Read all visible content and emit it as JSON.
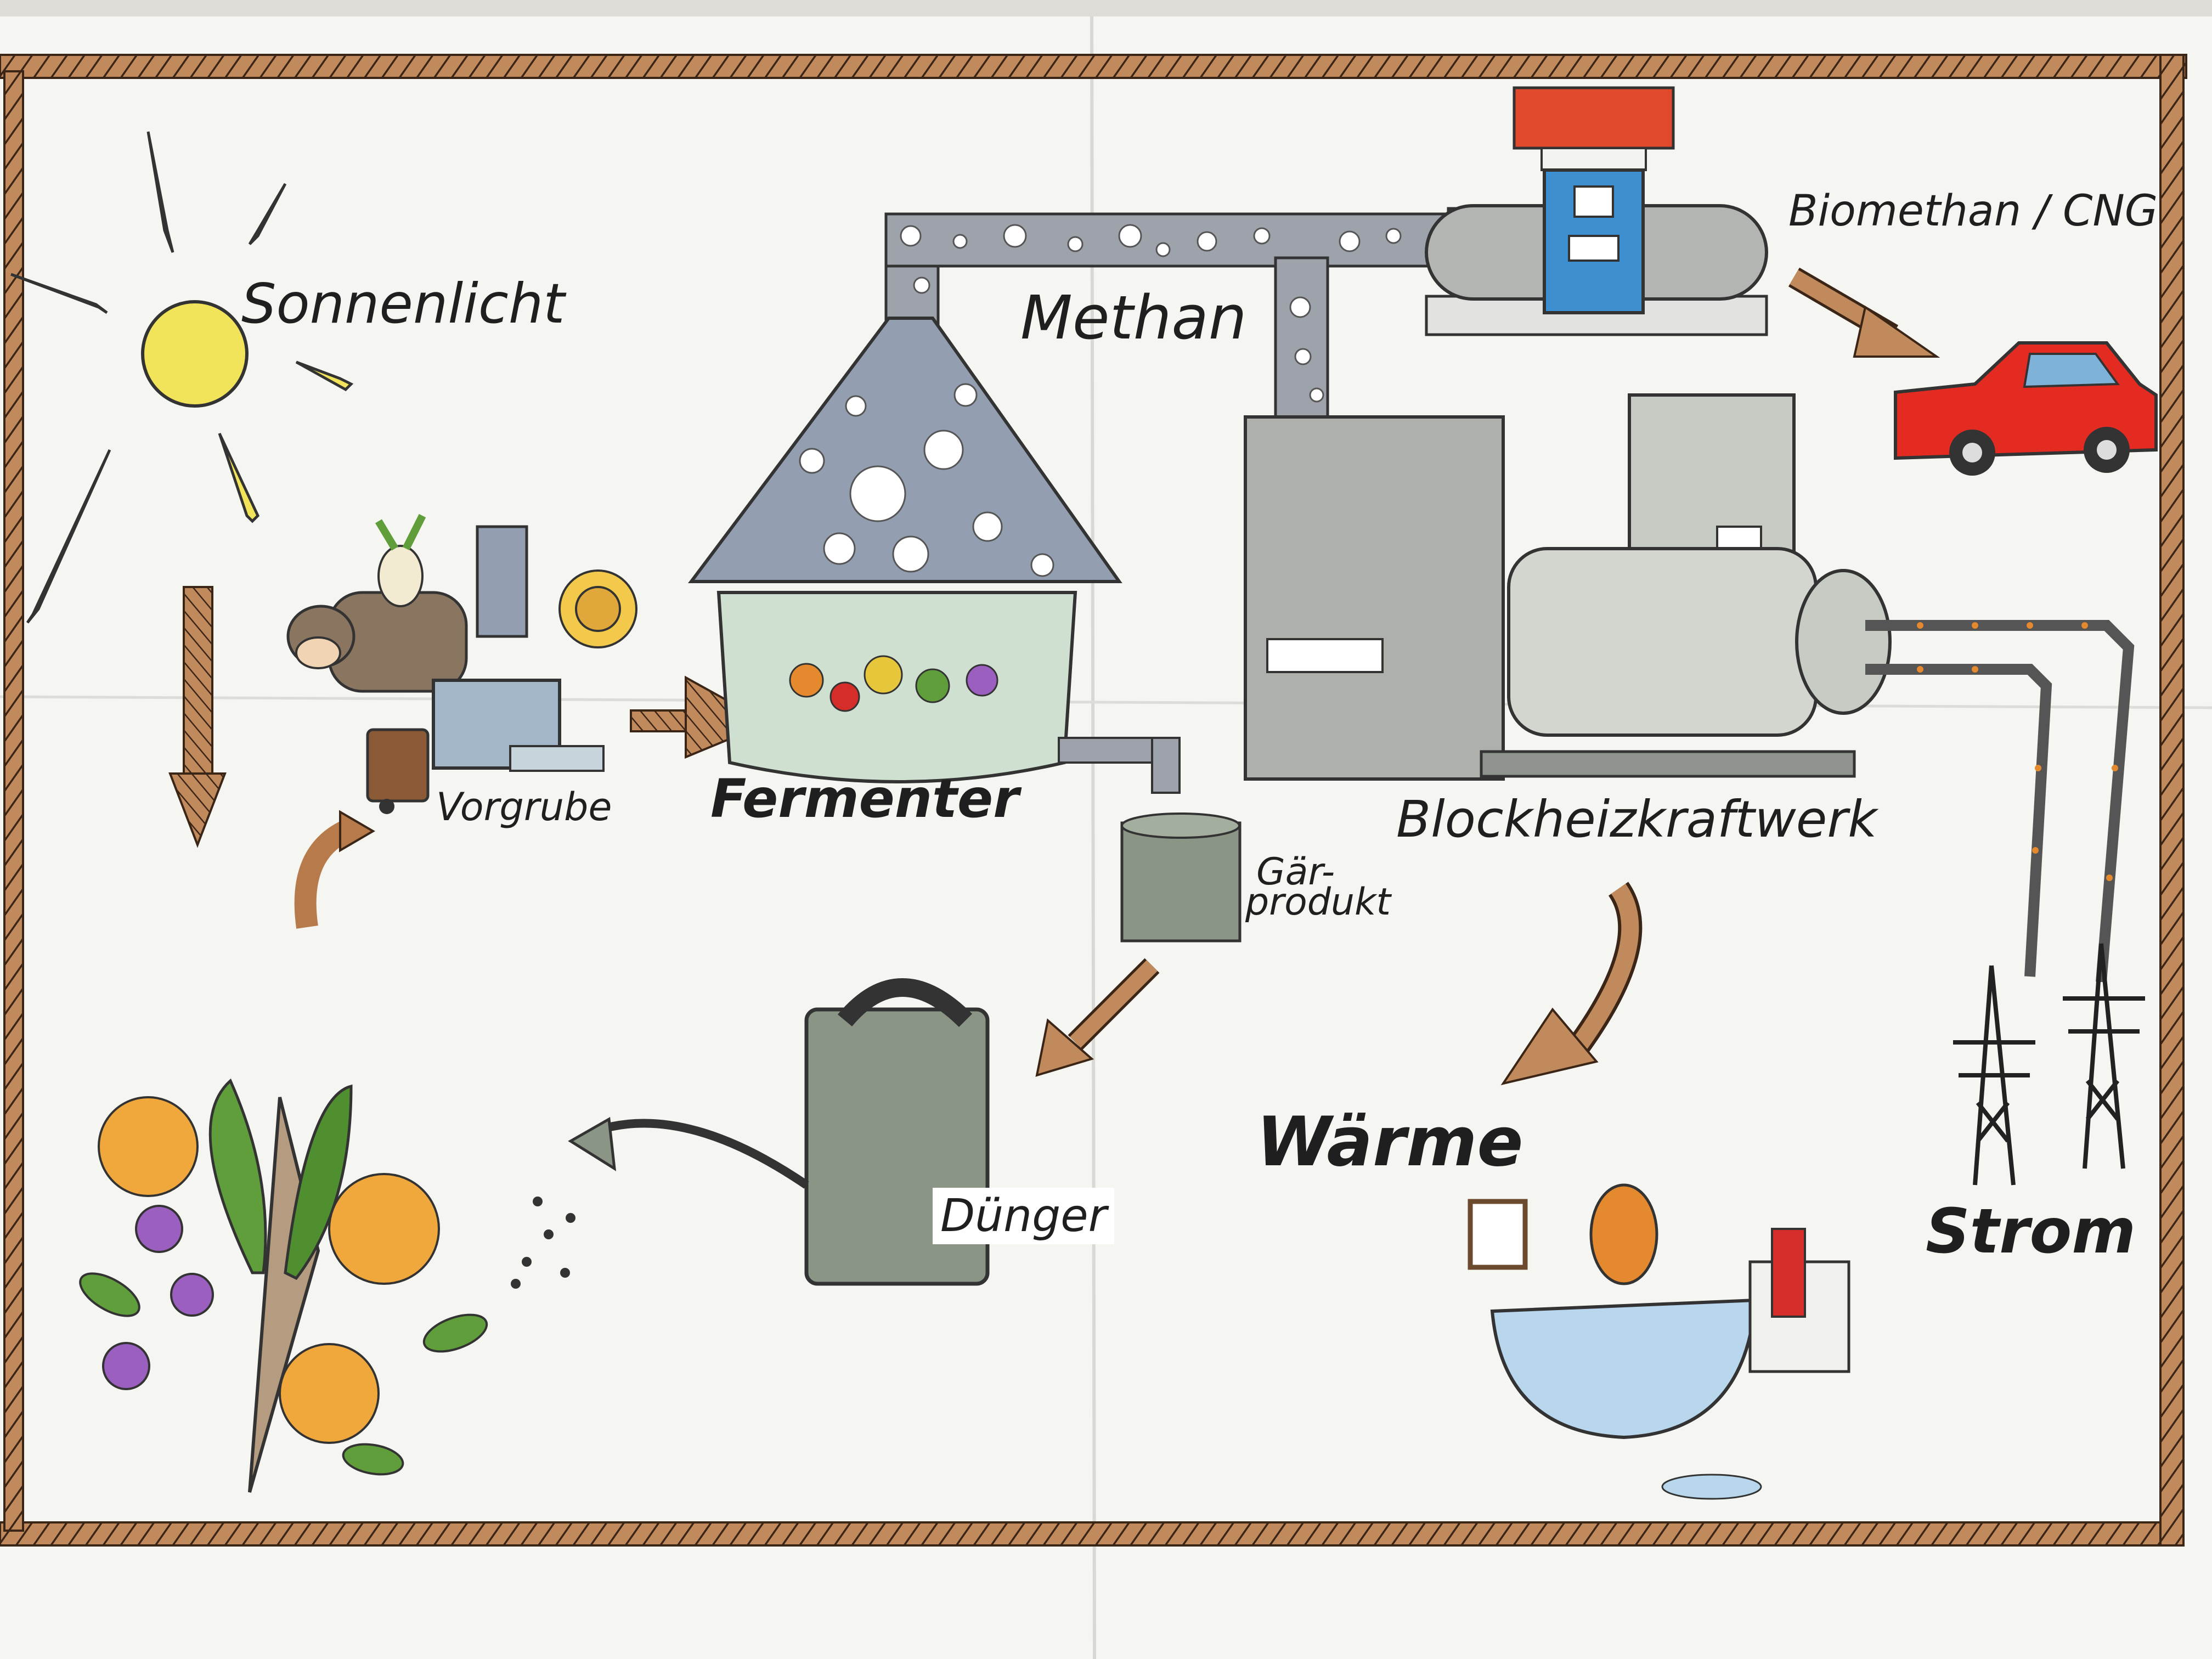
{
  "diagram": {
    "labels": {
      "sonnenlicht": "Sonnenlicht",
      "methan": "Methan",
      "biomethan": "Biomethan / CNG",
      "vorgrube": "Vorgrube",
      "fermenter": "Fermenter",
      "blockheizkraftwerk": "Blockheizkraftwerk",
      "gaerprodukt_line1": "Gär-",
      "gaerprodukt_line2": "produkt",
      "waerme": "Wärme",
      "duenger": "Dünger",
      "strom": "Strom"
    },
    "colors": {
      "paper": "#f7f7f5",
      "frame": "#b97a4a",
      "sun": "#f2e45a",
      "pipe": "#9ea3ab",
      "tank_liquid": "#cfe0d0",
      "car": "#e32b22",
      "fuel_cap": "#e0492b",
      "dispenser": "#3d8fcf",
      "arrow": "#b67a4b",
      "engine": "#c8cbc4",
      "can": "#8a9585",
      "bath": "#b8d6ec",
      "flower_orange": "#f0a83c",
      "flower_purple": "#9a5fbf",
      "leaf": "#5f9e3b"
    },
    "icons": [
      "sun-icon",
      "cow-icon",
      "beet-icon",
      "sunflower-icon",
      "bin-icon",
      "fermenter-tank-icon",
      "gas-pump-icon",
      "gas-tank-icon",
      "car-icon",
      "chp-engine-icon",
      "power-pylon-icon",
      "barrel-icon",
      "watering-can-icon",
      "plants-icon",
      "bathtub-icon",
      "radiator-icon",
      "mirror-icon"
    ]
  }
}
